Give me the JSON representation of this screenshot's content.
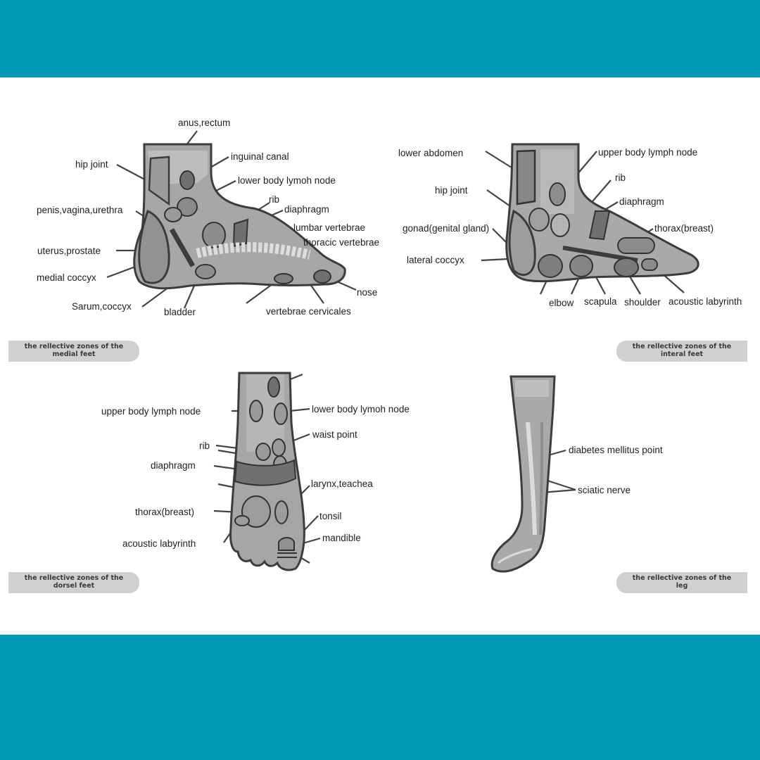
{
  "colors": {
    "band": "#0099b5",
    "panel": "#ffffff",
    "foot_fill": "#9a9a9a",
    "foot_outline": "#3c3c3c",
    "caption_bg": "#d0d0d0"
  },
  "medial": {
    "labels": [
      "anus,rectum",
      "inguinal canal",
      "hip joint",
      "lower body lymoh node",
      "rib",
      "diaphragm",
      "penis,vagina,urethra",
      "lumbar vertebrae",
      "thoracic vertebrae",
      "uterus,prostate",
      "medial coccyx",
      "nose",
      "Sarum,coccyx",
      "bladder",
      "vertebrae cervicales"
    ],
    "caption": [
      "the rellective zones of the",
      "medial feet"
    ]
  },
  "lateral": {
    "labels": [
      "lower abdomen",
      "upper body lymph node",
      "hip joint",
      "rib",
      "diaphragm",
      "gonad(genital gland)",
      "thorax(breast)",
      "lateral coccyx",
      "elbow",
      "scapula",
      "shoulder",
      "acoustic labyrinth"
    ],
    "caption": [
      "the rellective zones of the",
      "interal feet"
    ]
  },
  "dorsal": {
    "labels": [
      "upper body lymph node",
      "lower body lymoh node",
      "waist point",
      "rib",
      "diaphragm",
      "larynx,teachea",
      "thorax(breast)",
      "tonsil",
      "acoustic labyrinth",
      "mandible"
    ],
    "caption": [
      "the rellective zones of the",
      "dorsel feet"
    ]
  },
  "leg": {
    "labels": [
      "diabetes mellitus point",
      "sciatic nerve"
    ],
    "caption": [
      "the rellective zones of the",
      "leg"
    ]
  }
}
